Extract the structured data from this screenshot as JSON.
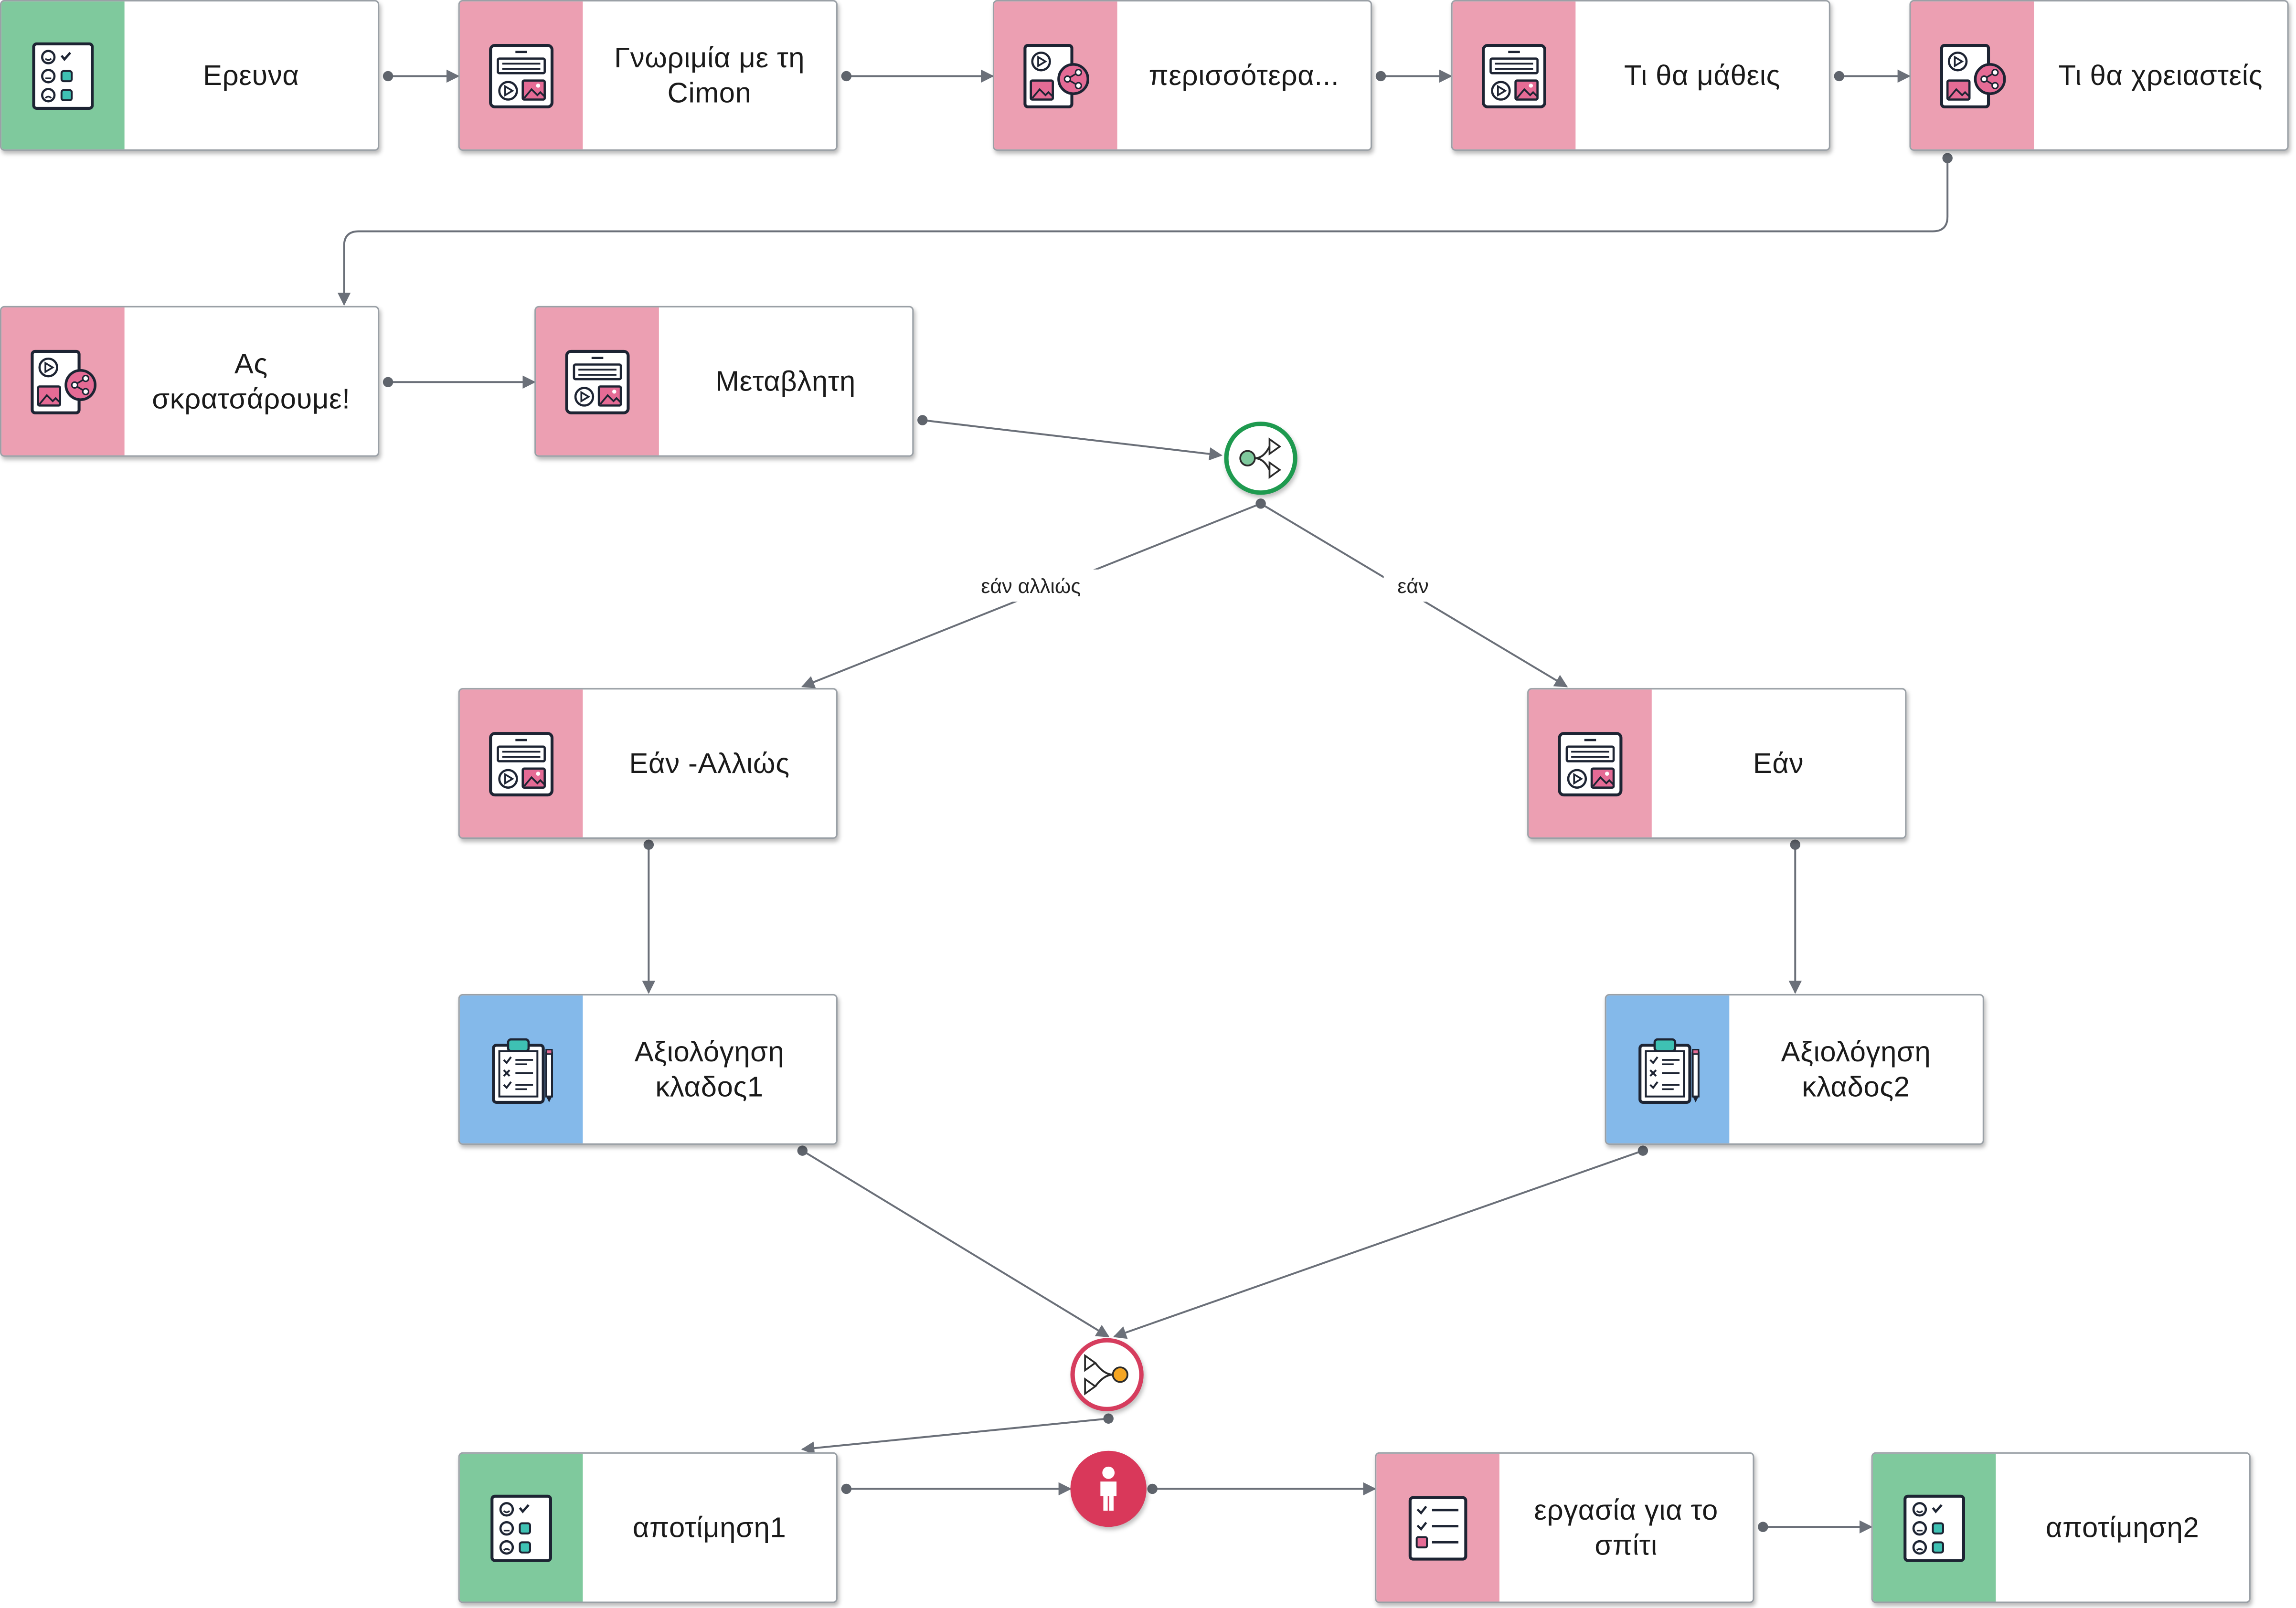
{
  "nodes": {
    "n1": {
      "label": "Ερευνα",
      "type": "survey",
      "color": "#7fc99d",
      "icon": "survey-icon"
    },
    "n2": {
      "label": "Γνωριμία με τη Cimon",
      "type": "content",
      "color": "#ec9fb2",
      "icon": "content-page-icon"
    },
    "n3": {
      "label": "περισσότερα...",
      "type": "media",
      "color": "#ec9fb2",
      "icon": "media-share-icon"
    },
    "n4": {
      "label": "Τι θα μάθεις",
      "type": "content",
      "color": "#ec9fb2",
      "icon": "content-page-icon"
    },
    "n5": {
      "label": "Τι θα χρειαστείς",
      "type": "media",
      "color": "#ec9fb2",
      "icon": "media-share-icon"
    },
    "n6": {
      "label": "Ας σκρατσάρουμε!",
      "type": "media",
      "color": "#ec9fb2",
      "icon": "media-share-icon"
    },
    "n7": {
      "label": "Μεταβλητη",
      "type": "content",
      "color": "#ec9fb2",
      "icon": "content-page-icon"
    },
    "n8": {
      "label": "Εάν -Αλλιώς",
      "type": "content",
      "color": "#ec9fb2",
      "icon": "content-page-icon"
    },
    "n9": {
      "label": "Εάν",
      "type": "content",
      "color": "#ec9fb2",
      "icon": "content-page-icon"
    },
    "n10": {
      "label": "Αξιολόγηση κλαδος1",
      "type": "assessment",
      "color": "#84b9ea",
      "icon": "clipboard-icon"
    },
    "n11": {
      "label": "Αξιολόγηση κλαδος2",
      "type": "assessment",
      "color": "#84b9ea",
      "icon": "clipboard-icon"
    },
    "n12": {
      "label": "αποτίμηση1",
      "type": "survey",
      "color": "#7fc99d",
      "icon": "survey-icon"
    },
    "n13": {
      "label": "εργασία για το σπίτι",
      "type": "task",
      "color": "#ec9fb2",
      "icon": "checklist-icon"
    },
    "n14": {
      "label": "αποτίμηση2",
      "type": "survey",
      "color": "#7fc99d",
      "icon": "survey-icon"
    }
  },
  "gateways": {
    "split": {
      "icon": "branch-split-icon",
      "color": "#1e9a4f"
    },
    "merge": {
      "icon": "branch-merge-icon",
      "color": "#d63d5e"
    },
    "person": {
      "icon": "person-icon",
      "color": "#d9385a"
    }
  },
  "edge_labels": {
    "else_branch": "εάν αλλιώς",
    "if_branch": "εάν"
  },
  "edges": [
    [
      "n1",
      "n2"
    ],
    [
      "n2",
      "n3"
    ],
    [
      "n3",
      "n4"
    ],
    [
      "n4",
      "n5"
    ],
    [
      "n5",
      "n6"
    ],
    [
      "n6",
      "n7"
    ],
    [
      "n7",
      "split"
    ],
    [
      "split",
      "n8"
    ],
    [
      "split",
      "n9"
    ],
    [
      "n8",
      "n10"
    ],
    [
      "n9",
      "n11"
    ],
    [
      "n10",
      "merge"
    ],
    [
      "n11",
      "merge"
    ],
    [
      "merge",
      "n12"
    ],
    [
      "n12",
      "person"
    ],
    [
      "person",
      "n13"
    ],
    [
      "n13",
      "n14"
    ]
  ]
}
